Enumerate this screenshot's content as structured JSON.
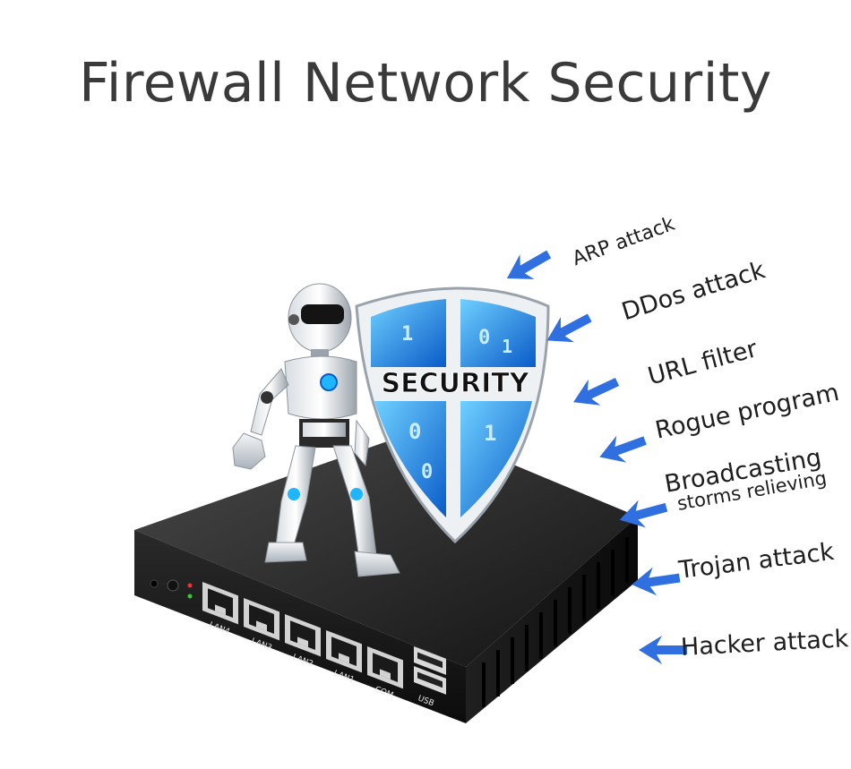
{
  "title": "Firewall Network Security",
  "threats": [
    {
      "label": "ARP attack"
    },
    {
      "label": "DDos attack"
    },
    {
      "label": "URL filter"
    },
    {
      "label": "Rogue program"
    },
    {
      "label": "Broadcasting",
      "sublabel": "storms relieving"
    },
    {
      "label": "Trojan attack"
    },
    {
      "label": "Hacker attack"
    }
  ],
  "shield": {
    "label": "SECURITY",
    "binary": [
      "1",
      "0",
      "1",
      "0",
      "1",
      "0"
    ]
  },
  "device": {
    "ports": [
      {
        "label": "LAN4"
      },
      {
        "label": "LAN3"
      },
      {
        "label": "LAN2"
      },
      {
        "label": "LAN1"
      },
      {
        "label": "COM"
      }
    ],
    "usb_label": "USB"
  },
  "colors": {
    "arrow": "#2f6fe0",
    "shield_blue": "#1f8ef0",
    "device": "#1b1b1b"
  }
}
